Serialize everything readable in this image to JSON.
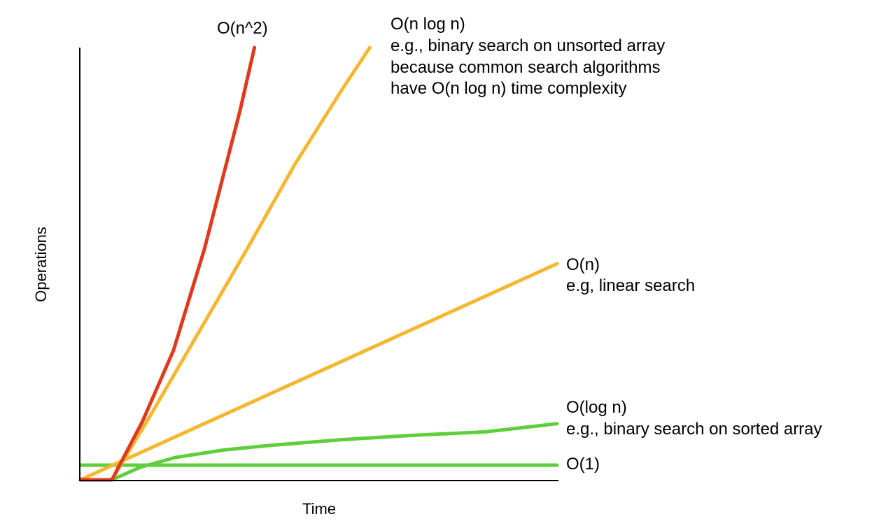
{
  "chart_data": {
    "type": "line",
    "title": "",
    "xlabel": "Time",
    "ylabel": "Operations",
    "xlim": [
      0,
      10
    ],
    "ylim": [
      0,
      10
    ],
    "grid": false,
    "legend": "none",
    "series": [
      {
        "key": "n2",
        "color": "#e03a1e",
        "labels": [
          "O(n^2)"
        ],
        "x": [
          0,
          0.66,
          1.3,
          1.95,
          2.6,
          3.35,
          3.65
        ],
        "y": [
          0,
          0,
          1.35,
          2.99,
          5.34,
          8.55,
          10
        ]
      },
      {
        "key": "nlogn",
        "color": "#f5b731",
        "labels": [
          "O(n log n)",
          "e.g., binary search on unsorted array",
          "because common search algorithms",
          "have O(n log n) time complexity"
        ],
        "x": [
          0,
          0.66,
          1.5,
          2.5,
          3.5,
          4.5,
          5.5,
          6.07
        ],
        "y": [
          0,
          0,
          1.55,
          3.45,
          5.35,
          7.3,
          9.05,
          10
        ]
      },
      {
        "key": "n",
        "color": "#f5b731",
        "labels": [
          "O(n)",
          "e.g, linear search"
        ],
        "x": [
          0,
          10
        ],
        "y": [
          0,
          5
        ]
      },
      {
        "key": "logn",
        "color": "#5ecf3a",
        "labels": [
          "O(log n)",
          "e.g., binary search on sorted array"
        ],
        "x": [
          0,
          0.66,
          1.25,
          2.0,
          3.0,
          4.0,
          5.5,
          7.0,
          8.5,
          10
        ],
        "y": [
          0,
          0,
          0.29,
          0.52,
          0.69,
          0.8,
          0.93,
          1.03,
          1.11,
          1.3
        ]
      },
      {
        "key": "one",
        "color": "#5ecf3a",
        "labels": [
          "O(1)"
        ],
        "x": [
          0,
          10
        ],
        "y": [
          0.34,
          0.34
        ]
      }
    ]
  }
}
